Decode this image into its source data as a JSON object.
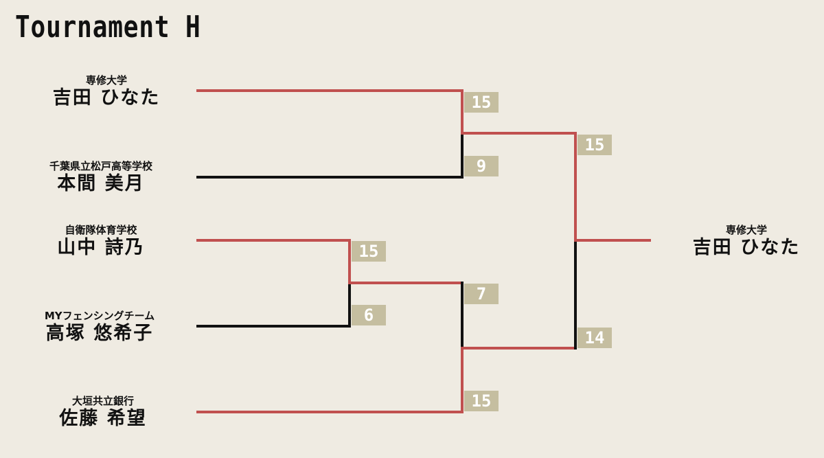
{
  "title": "Tournament H",
  "colors": {
    "background": "#efebe2",
    "winner_line": "#c0504f",
    "loser_line": "#111111",
    "score_box": "#c5bea0"
  },
  "players": [
    {
      "org": "専修大学",
      "name": "吉田 ひなた"
    },
    {
      "org": "千葉県立松戸高等学校",
      "name": "本間 美月"
    },
    {
      "org": "自衛隊体育学校",
      "name": "山中 詩乃"
    },
    {
      "org": "MYフェンシングチーム",
      "name": "高塚 悠希子"
    },
    {
      "org": "大垣共立銀行",
      "name": "佐藤 希望"
    }
  ],
  "scores": {
    "r1_top_winner": "15",
    "r1_top_loser": "9",
    "r1_bottom_winner": "15",
    "r1_bottom_loser": "6",
    "semi_top": "7",
    "semi_bottom": "15",
    "final_top": "15",
    "final_bottom": "14"
  },
  "champion": {
    "org": "専修大学",
    "name": "吉田 ひなた"
  }
}
